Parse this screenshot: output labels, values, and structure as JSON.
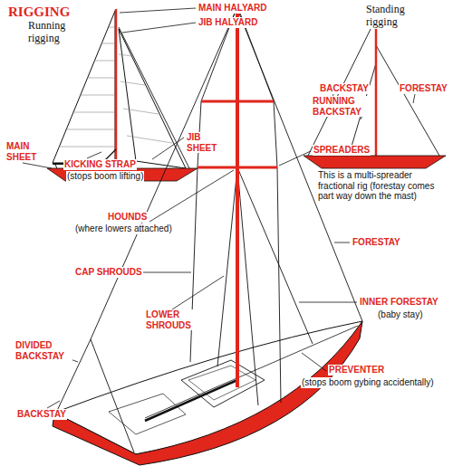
{
  "diagram": {
    "title": "RIGGING",
    "labels": [
      "Running rigging",
      "MAIN HALYARD",
      "JIB HALYARD",
      "Standing rigging",
      "BACKSTAY",
      "FORESTAY",
      "RUNNING BACKSTAY",
      "JIB SHEET",
      "MAIN SHEET",
      "SPREADERS",
      "KICKING STRAP",
      "(stops boom lifting)",
      "This is a multi-spreader fractional rig (forestay comes part way down the mast)",
      "HOUNDS",
      "(where lowers attached)",
      "FORESTAY",
      "CAP SHROUDS",
      "INNER FORESTAY",
      "(baby stay)",
      "LOWER SHROUDS",
      "DIVIDED BACKSTAY",
      "PREVENTER",
      "(stops boom gybing accidentally)",
      "BACKSTAY"
    ]
  }
}
